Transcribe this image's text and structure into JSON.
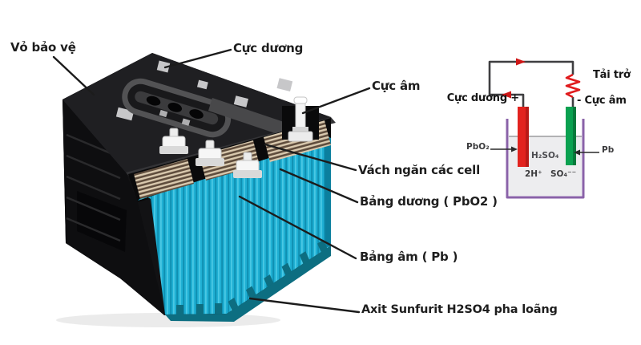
{
  "canvas": {
    "background": "#ffffff"
  },
  "battery_diagram": {
    "labels": {
      "case": "Vỏ bảo vệ",
      "positive_terminal": "Cực dương",
      "negative_terminal": "Cực âm",
      "cell_divider": "Vách ngăn các cell",
      "positive_plate": "Bảng dương ( PbO2 )",
      "negative_plate": "Bảng âm ( Pb )",
      "electrolyte": "Axit Sunfurit H2SO4 pha loãng"
    },
    "colors": {
      "case_black": "#121214",
      "plates_cyan": "#1fb0d4",
      "plate_separator_tan": "#d9c9ae",
      "base_teal": "#0d6e81",
      "terminal_post_white": "#f5f5f5"
    }
  },
  "circuit_diagram": {
    "labels": {
      "load": "Tải trở",
      "positive_electrode": "Cực dương +",
      "negative_electrode": "- Cực âm",
      "anode_material": "PbO₂",
      "cathode_material": "Pb",
      "electrolyte_formula": "H₂SO₄",
      "hydrogen_ions": "2H⁺",
      "sulfate_ions": "SO₄⁻⁻"
    },
    "colors": {
      "positive_electrode": "#e2231f",
      "positive_electrode_shade": "#b91a17",
      "negative_electrode": "#0aa150",
      "negative_electrode_shade": "#077a3c",
      "resistor": "#e01b1d",
      "current_arrows": "#cf1717",
      "beaker_outline": "#8a62a8",
      "electrolyte_liquid": "#ededef",
      "wire": "#3f3f41"
    }
  }
}
